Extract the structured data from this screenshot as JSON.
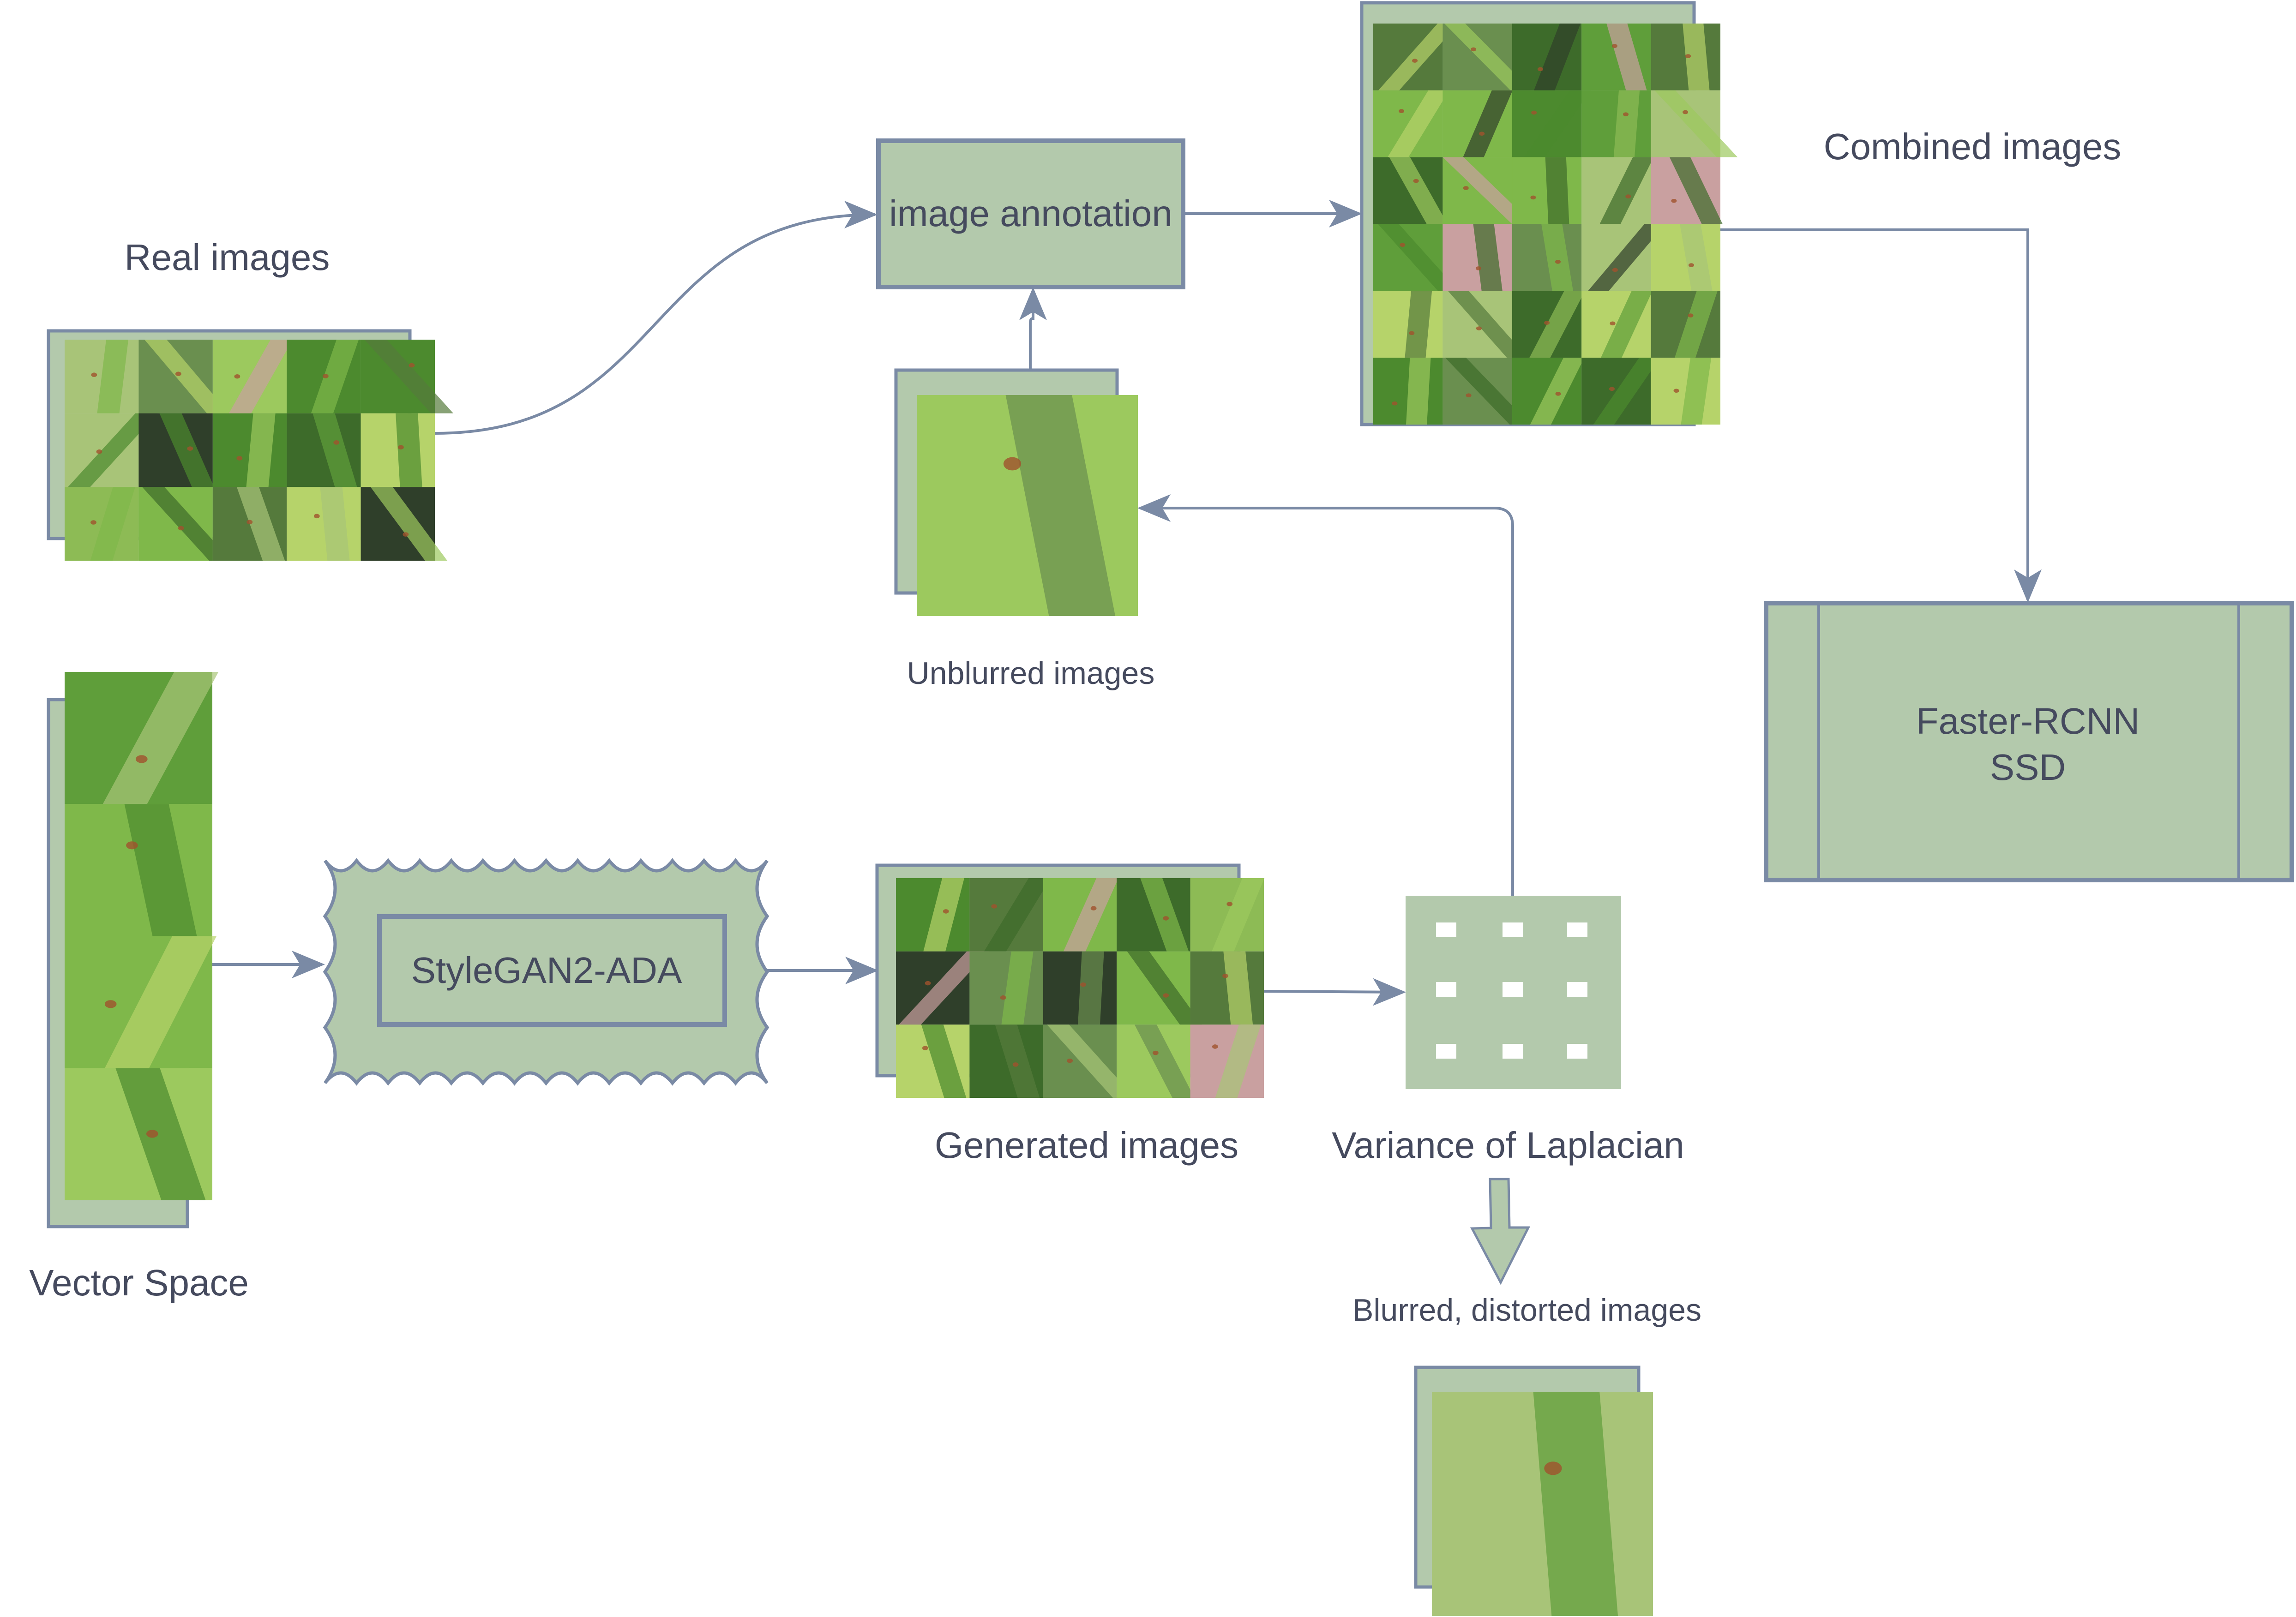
{
  "labels": {
    "real_images": "Real images",
    "image_annotation": "image annotation",
    "combined_images": "Combined images",
    "unblurred_images": "Unblurred images",
    "detector_line1": "Faster-RCNN",
    "detector_line2": "SSD",
    "vector_space": "Vector Space",
    "stylegan": "StyleGAN2-ADA",
    "generated_images": "Generated images",
    "variance_of_laplacian": "Variance of Laplacian",
    "blurred_images": "Blurred, distorted images"
  },
  "colors": {
    "node_fill": "#b3c9ac",
    "edge_stroke": "#7a8aa5",
    "text": "#454a5e",
    "leaf_palette": [
      "#5f9e3a",
      "#7fb84a",
      "#4c8a2e",
      "#9cc95e",
      "#3d6b2a",
      "#a8c478",
      "#6a8f4f",
      "#c9a0a0",
      "#2f3f2a",
      "#8dbb55",
      "#b6d36a",
      "#557a3c"
    ]
  }
}
